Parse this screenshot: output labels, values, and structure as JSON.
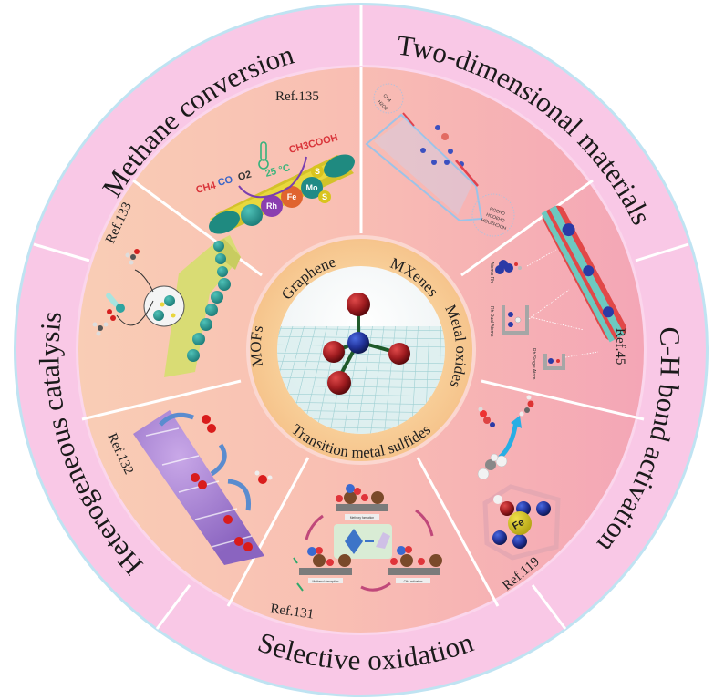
{
  "figure": {
    "outer_ring": {
      "labels": [
        "Methane conversion",
        "Two-dimensional materials",
        "C-H bond activation",
        "Selective oxidation",
        "Heterogeneous catalysis"
      ],
      "fill": "#f9c8e6",
      "border": "#bfe3f2"
    },
    "panels": [
      {
        "ref": "Ref.135",
        "topic": "methane-to-acetic-acid",
        "reaction": {
          "reactants": [
            "CH4",
            "CO",
            "O2"
          ],
          "product": "CH3COOH",
          "temperature": "25 °C"
        },
        "atoms": [
          "Rh",
          "Fe",
          "Mo",
          "S",
          "S"
        ]
      },
      {
        "ref": "Ref.133",
        "topic": "nanotube-catalyst"
      },
      {
        "ref": "Ref.132",
        "topic": "layered-oxidation-surface"
      },
      {
        "ref": "Ref.131",
        "topic": "cu-oxide-cycle",
        "steps": [
          "Methoxy formation",
          "Methanol desorption",
          "CH4 activation"
        ]
      },
      {
        "ref": "Ref.119",
        "topic": "fe-porphyrin",
        "atoms": [
          "Fe"
        ]
      },
      {
        "ref": "Ref.45",
        "topic": "rh-single-atoms",
        "captions": [
          "Atomic Rh",
          "Rh Dual Atoms",
          "Rh Single Atom"
        ]
      },
      {
        "ref": "",
        "topic": "2d-framework",
        "inputs": [
          "CH4",
          "H2O2"
        ],
        "outputs": [
          "CH3OH",
          "CH3OOH",
          "HOCH2OOH"
        ]
      }
    ],
    "core": {
      "labels": [
        "Graphene",
        "MXenes",
        "Metal oxides",
        "Transition metal sulfides",
        "MOFs"
      ],
      "fill": "#f8cd96"
    },
    "colors": {
      "wedge_left": "#f9cbb5",
      "wedge_right": "#f6aeb9",
      "core_ring": "#f8cd96",
      "atom_red": "#9e1b1f",
      "atom_blue": "#23359a",
      "bond": "#1f5a2a"
    }
  }
}
